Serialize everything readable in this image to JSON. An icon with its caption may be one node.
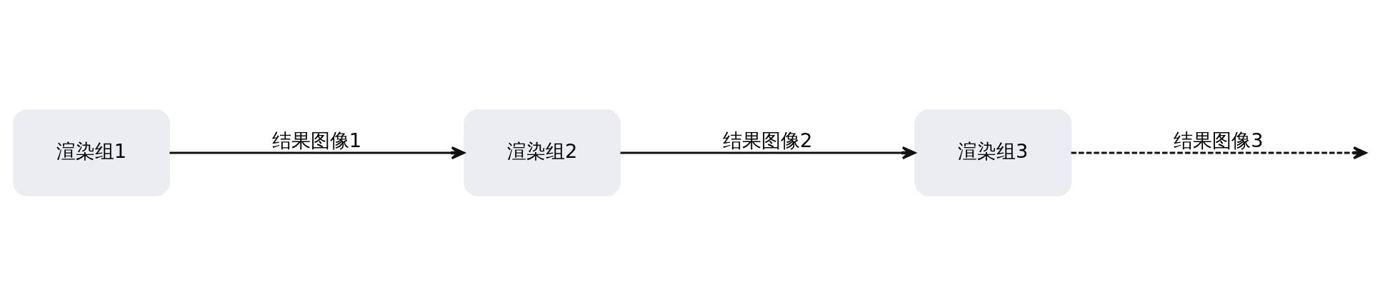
{
  "diagram": {
    "nodes": [
      {
        "text": [
          "渲染组1"
        ]
      },
      {
        "text": [
          "渲染组2"
        ]
      },
      {
        "text": [
          "渲染组3"
        ]
      }
    ],
    "edges": [
      {
        "from": 0,
        "to": 1,
        "arrow": "to",
        "label": "结果图像1"
      },
      {
        "from": 1,
        "to": 2,
        "arrow": "to",
        "label": "结果图像2"
      },
      {
        "from": 2,
        "to": null,
        "arrow": "to",
        "label": "结果图像3",
        "style": "dashed"
      }
    ]
  }
}
